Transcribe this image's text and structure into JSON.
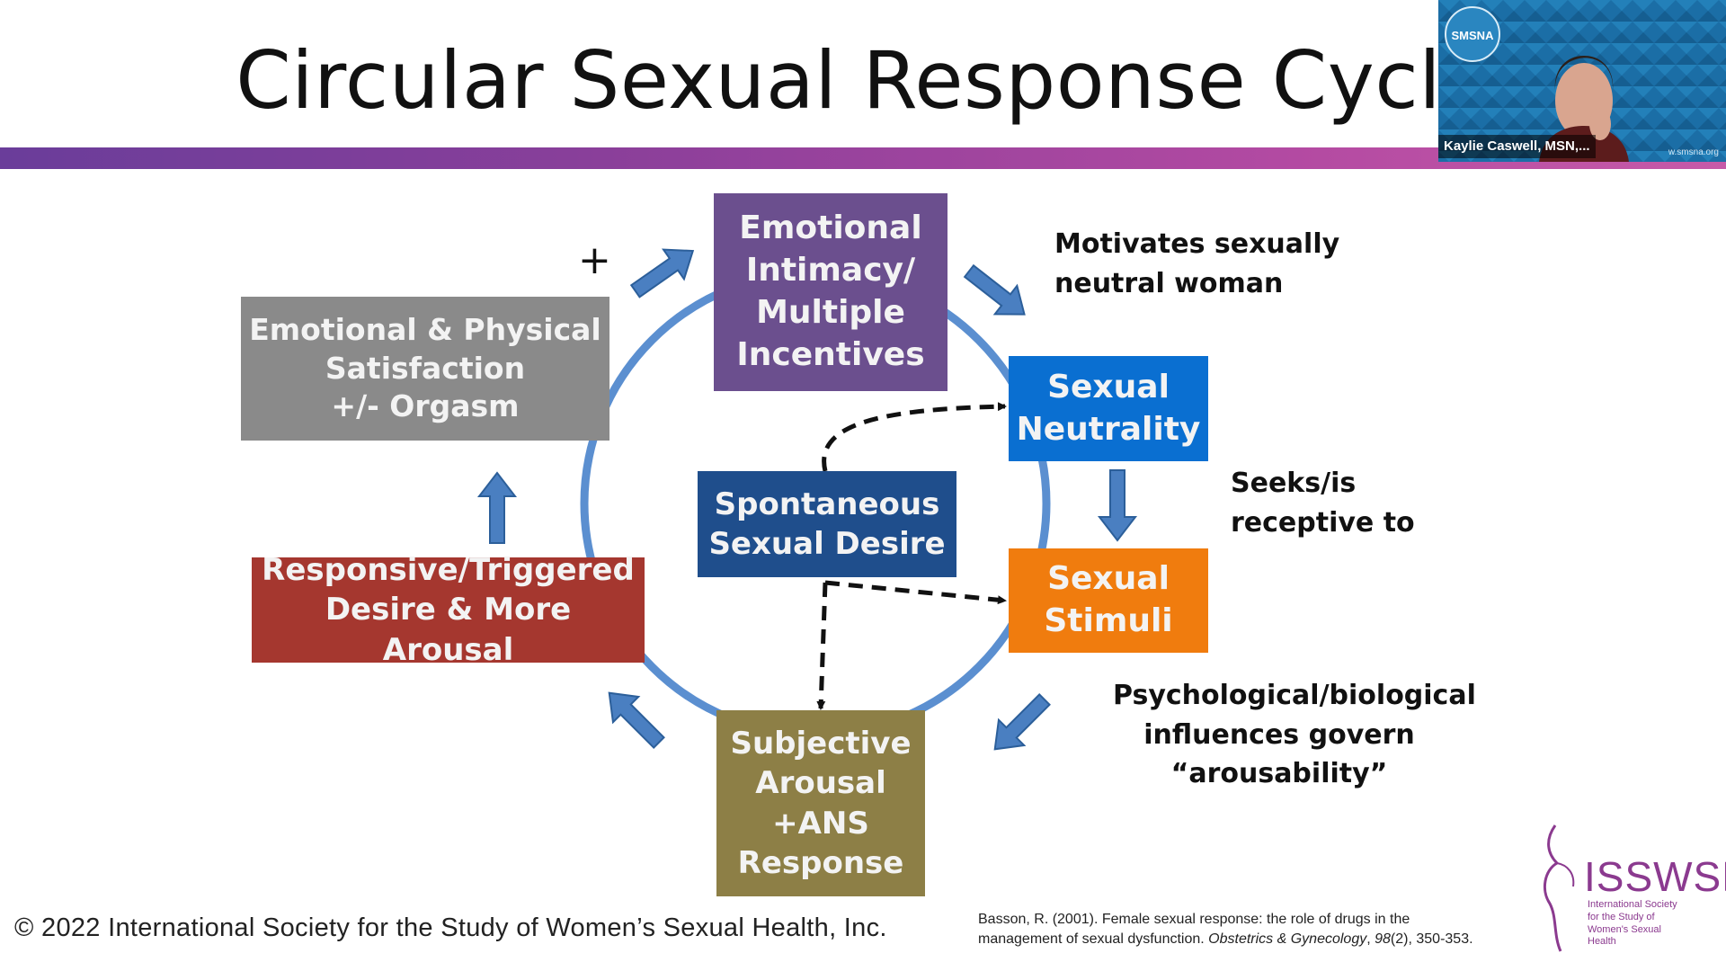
{
  "slide": {
    "title": "Circular Sexual Response Cycle",
    "footer": "© 2022 International Society for the Study of Women’s Sexual Health, Inc.",
    "citation": {
      "line1": "Basson, R. (2001). Female sexual response: the role of drugs in the",
      "line2_pre": "management of sexual dysfunction. ",
      "journal": "Obstetrics & Gynecology",
      "sep": ", ",
      "volume": "98",
      "issue_pages": "(2), 350-353."
    }
  },
  "diagram": {
    "plus_sign": "+",
    "nodes": {
      "emotional_intimacy": {
        "label": "Emotional\nIntimacy/\nMultiple\nIncentives",
        "color": "#6b4f8e"
      },
      "sexual_neutrality": {
        "label": "Sexual\nNeutrality",
        "color": "#0a6fd1"
      },
      "sexual_stimuli": {
        "label": "Sexual\nStimuli",
        "color": "#f07c0e"
      },
      "subjective_arousal": {
        "label": "Subjective\nArousal\n+ANS\nResponse",
        "color": "#8d7f46"
      },
      "responsive_desire": {
        "label": "Responsive/Triggered\nDesire & More Arousal",
        "color": "#a5372f"
      },
      "satisfaction": {
        "label": "Emotional & Physical\nSatisfaction\n+/- Orgasm",
        "color": "#8a8a8a"
      },
      "spontaneous_desire": {
        "label": "Spontaneous\nSexual Desire",
        "color": "#1f4e8c"
      }
    },
    "annotations": {
      "motivates": "Motivates sexually\nneutral woman",
      "seeks": "Seeks/is\nreceptive to",
      "influences": "Psychological/biological\ninfluences govern\n“arousability”"
    },
    "arrow_color": "#4a7fc1",
    "circle_color": "#5b8fd0"
  },
  "video": {
    "presenter": "Kaylie Caswell, MSN,...",
    "badge": "SMSNA",
    "url": "w.smsna.org"
  },
  "logo": {
    "name": "ISSWSH",
    "subtitle": "International Society for the Study of Women's Sexual Health",
    "color": "#8b3a8f"
  }
}
